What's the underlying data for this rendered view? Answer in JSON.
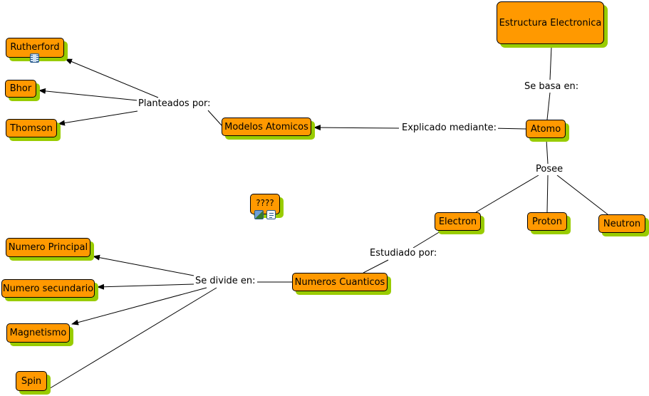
{
  "concepts": {
    "estructura_electronica": "Estructura Electronica",
    "atomo": "Atomo",
    "modelos_atomicos": "Modelos Atomicos",
    "rutherford": "Rutherford",
    "bhor": "Bhor",
    "thomson": "Thomson",
    "electron": "Electron",
    "proton": "Proton",
    "neutron": "Neutron",
    "numeros_cuanticos": "Numeros Cuanticos",
    "numero_principal": "Numero Principal",
    "numero_secundario": "Numero secundario",
    "magnetismo": "Magnetismo",
    "spin": "Spin",
    "unknown": "????"
  },
  "links": {
    "se_basa_en": "Se basa en:",
    "explicado_mediante": "Explicado mediante:",
    "planteados_por": "Planteados por:",
    "posee": "Posee",
    "estudiado_por": "Estudiado por:",
    "se_divide_en": "Se divide en:"
  },
  "icons": {
    "rutherford_resource": "film-icon",
    "unknown_resources": [
      "image-icon",
      "document-icon"
    ]
  },
  "colors": {
    "node_fill": "#ff9900",
    "node_shadow": "#99cc00",
    "line": "#000000"
  }
}
